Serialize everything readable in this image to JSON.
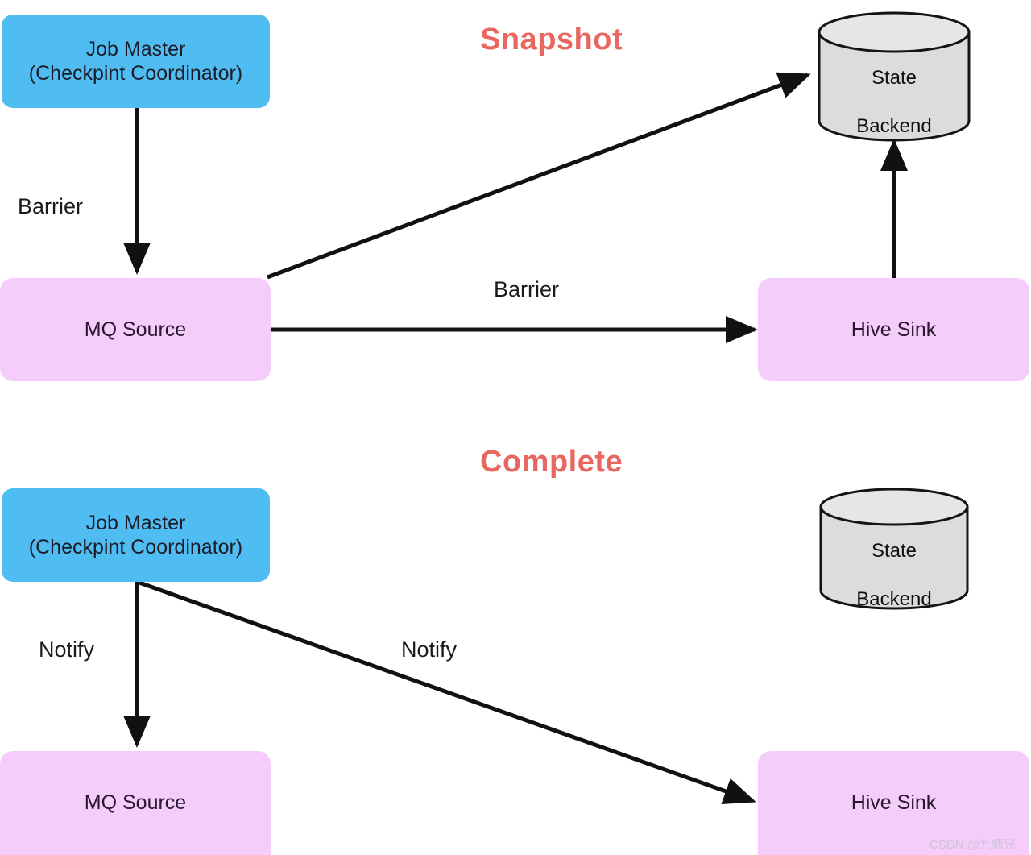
{
  "diagram": {
    "title_snapshot": "Snapshot",
    "title_complete": "Complete",
    "colors": {
      "blue_node": "#4fbdf2",
      "pink_node": "#f4cdfb",
      "cylinder_fill": "#dcdcdc",
      "cylinder_top": "#e3e3e3",
      "title_red": "#e8675f",
      "edge": "#111111",
      "background": "#ffffff",
      "watermark": "#cfc3d6"
    },
    "sections": [
      {
        "id": "snapshot",
        "title": "Snapshot",
        "nodes": [
          {
            "id": "job-master-top",
            "type": "blue-box",
            "lines": [
              "Job Master",
              "(Checkpint Coordinator)"
            ]
          },
          {
            "id": "mq-source-top",
            "type": "pink-box",
            "lines": [
              "MQ Source"
            ]
          },
          {
            "id": "hive-sink-top",
            "type": "pink-box",
            "lines": [
              "Hive Sink"
            ]
          },
          {
            "id": "state-backend-top",
            "type": "cylinder",
            "lines": [
              "State",
              "Backend"
            ]
          }
        ],
        "edges": [
          {
            "id": "jm-to-mq-top",
            "label": "Barrier",
            "from": "job-master-top",
            "to": "mq-source-top",
            "direction": "down"
          },
          {
            "id": "mq-to-sb-top",
            "label": "",
            "from": "mq-source-top",
            "to": "state-backend-top",
            "direction": "diagonal-up-right"
          },
          {
            "id": "mq-to-hive-top",
            "label": "Barrier",
            "from": "mq-source-top",
            "to": "hive-sink-top",
            "direction": "right"
          },
          {
            "id": "hive-to-sb-top",
            "label": "",
            "from": "hive-sink-top",
            "to": "state-backend-top",
            "direction": "up"
          }
        ]
      },
      {
        "id": "complete",
        "title": "Complete",
        "nodes": [
          {
            "id": "job-master-bottom",
            "type": "blue-box",
            "lines": [
              "Job Master",
              "(Checkpint Coordinator)"
            ]
          },
          {
            "id": "mq-source-bottom",
            "type": "pink-box",
            "lines": [
              "MQ Source"
            ]
          },
          {
            "id": "hive-sink-bottom",
            "type": "pink-box",
            "lines": [
              "Hive Sink"
            ]
          },
          {
            "id": "state-backend-bottom",
            "type": "cylinder",
            "lines": [
              "State",
              "Backend"
            ]
          }
        ],
        "edges": [
          {
            "id": "jm-to-mq-bottom",
            "label": "Notify",
            "from": "job-master-bottom",
            "to": "mq-source-bottom",
            "direction": "down"
          },
          {
            "id": "jm-to-hive-bottom",
            "label": "Notify",
            "from": "job-master-bottom",
            "to": "hive-sink-bottom",
            "direction": "diagonal-down-right"
          }
        ]
      }
    ],
    "labels": {
      "job_master_line1": "Job Master",
      "job_master_line2": "(Checkpint Coordinator)",
      "mq_source": "MQ Source",
      "hive_sink": "Hive Sink",
      "state_line1": "State",
      "state_line2": "Backend",
      "barrier_vertical": "Barrier",
      "barrier_horizontal": "Barrier",
      "notify_vertical": "Notify",
      "notify_diagonal": "Notify"
    },
    "watermark": "CSDN @九师兄"
  }
}
